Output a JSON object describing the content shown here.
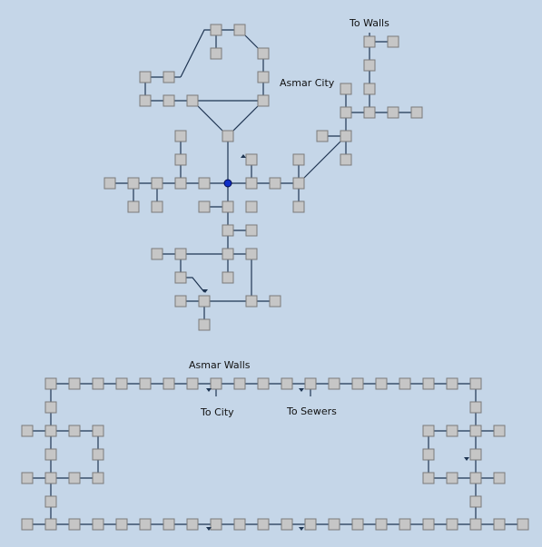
{
  "map": {
    "labels": {
      "to_walls": "To Walls",
      "asmar_city": "Asmar City",
      "asmar_walls": "Asmar Walls",
      "to_city": "To City",
      "to_sewers": "To Sewers"
    }
  }
}
